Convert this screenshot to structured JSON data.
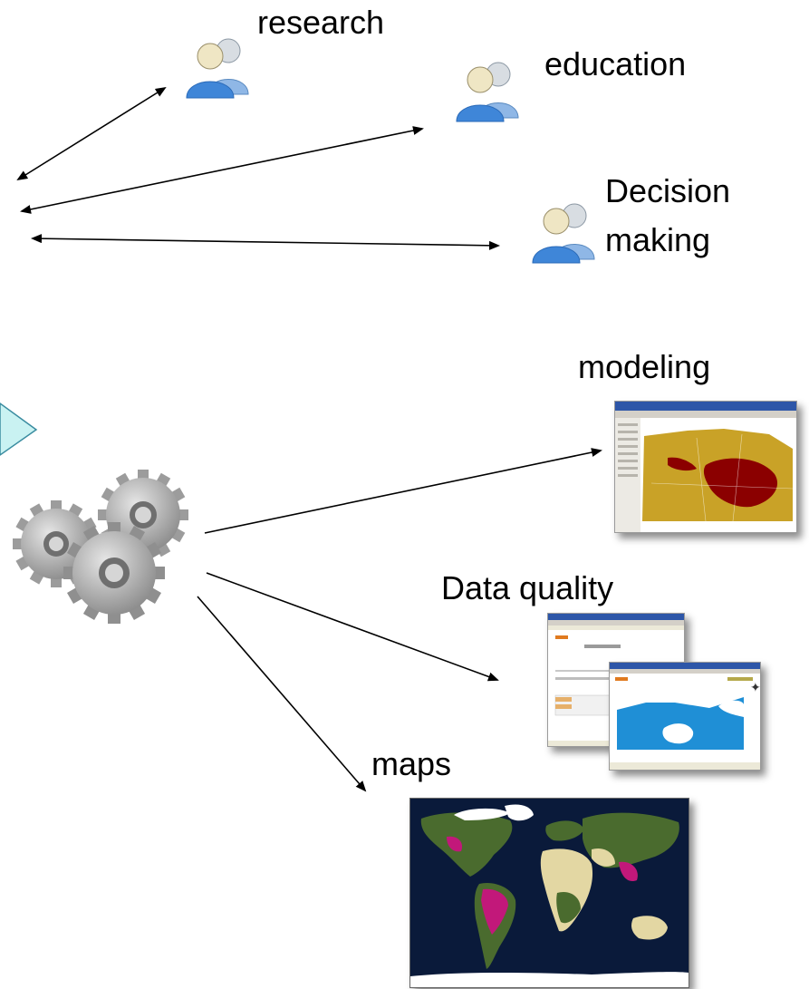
{
  "stakeholders": {
    "research": "research",
    "education": "education",
    "decision_line1": "Decision",
    "decision_line2": "making"
  },
  "outputs": {
    "modeling": "modeling",
    "data_quality": "Data quality",
    "maps": "maps"
  },
  "colors": {
    "user_icon_front": "#3f86d8",
    "user_icon_back": "#8fb7e6",
    "user_icon_face": "#efe6c4",
    "gear": "#a7a7a7",
    "shape_fill": "#c9f2f2",
    "shape_stroke": "#3a8ca0",
    "map_land_suitable": "#c9a227",
    "map_land_hot": "#8b0000",
    "ocean_blue": "#1f8fd6",
    "world_ocean": "#0a1a3a",
    "world_land": "#4a6b2e",
    "world_hotspot": "#c2187a"
  }
}
